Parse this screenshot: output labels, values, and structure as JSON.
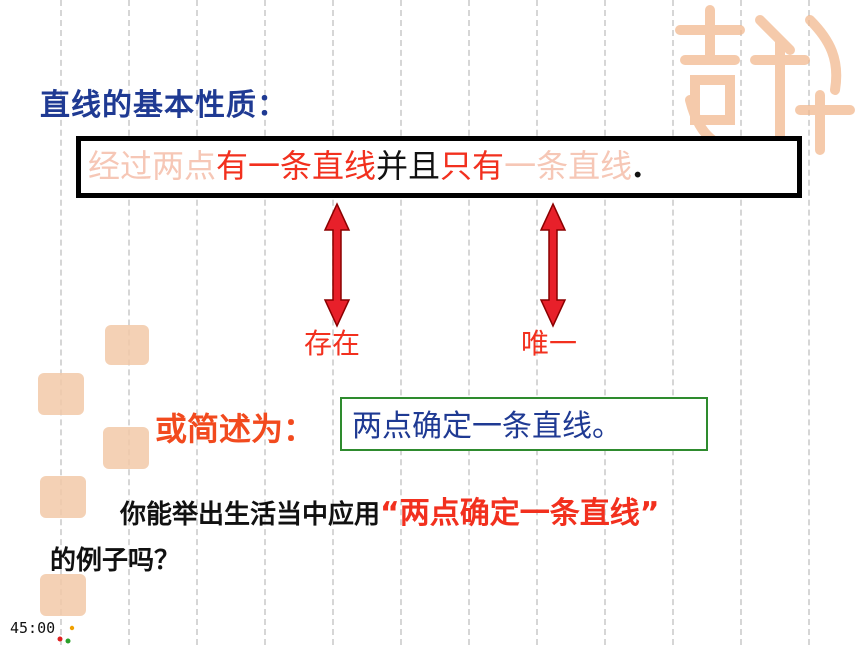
{
  "colors": {
    "title": "#1f3a93",
    "red": "#f2301e",
    "faint": "#f6c7b6",
    "green_border": "#2e8b2e",
    "stamp": "#f2c9a8"
  },
  "title": "直线的基本性质：",
  "definition": {
    "part1": "经过两点",
    "part2": "有一条直线",
    "part3": "并且",
    "part4": "只有",
    "part5": "一条直线",
    "part6": "."
  },
  "labels": {
    "exist": "存在",
    "unique": "唯一"
  },
  "summary": {
    "label": "或简述为：",
    "text": "两点确定一条直线。"
  },
  "question": {
    "prefix": "你能举出生活当中应用",
    "quoted": "“两点确定一条直线”",
    "line2": "的例子吗？"
  },
  "timer": "45:00"
}
